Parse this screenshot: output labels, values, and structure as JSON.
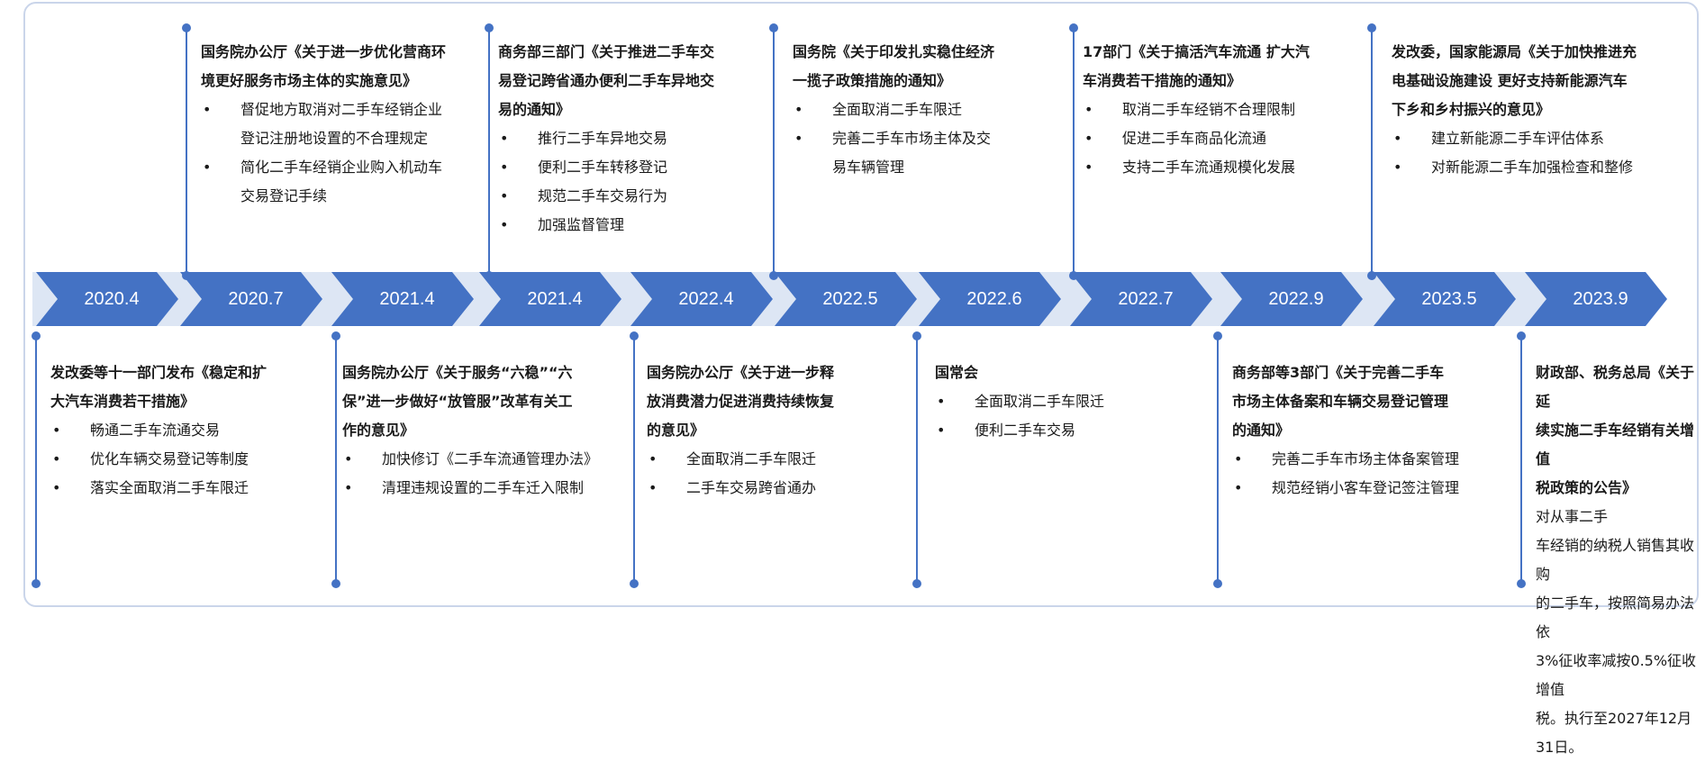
{
  "colors": {
    "arrow": "#4472c4",
    "band": "#dde6f4",
    "frame": "#cad5ea",
    "text": "#1a1a1a"
  },
  "milestones": [
    {
      "date": "2020.4",
      "position": "bottom",
      "title": "发改委等十一部门发布《稳定和扩\n大汽车消费若干措施》",
      "items": [
        "畅通二手车流通交易",
        "优化车辆交易登记等制度",
        "落实全面取消二手车限迁"
      ]
    },
    {
      "date": "2020.7",
      "position": "top",
      "title": "国务院办公厅《关于进一步优化营商环\n境更好服务市场主体的实施意见》",
      "items": [
        "督促地方取消对二手车经销企业\n登记注册地设置的不合理规定",
        "简化二手车经销企业购入机动车\n交易登记手续"
      ]
    },
    {
      "date": "2021.4",
      "position": "bottom",
      "title": "国务院办公厅《关于服务“六稳”“六\n保”进一步做好“放管服”改革有关工\n作的意见》",
      "items": [
        "加快修订《二手车流通管理办法》",
        "清理违规设置的二手车迁入限制"
      ]
    },
    {
      "date": "2021.4",
      "position": "top",
      "title": "商务部三部门《关于推进二手车交\n易登记跨省通办便利二手车异地交\n易的通知》",
      "items": [
        "推行二手车异地交易",
        "便利二手车转移登记",
        "规范二手车交易行为",
        "加强监督管理"
      ]
    },
    {
      "date": "2022.4",
      "position": "bottom",
      "title": "国务院办公厅《关于进一步释\n放消费潜力促进消费持续恢复\n的意见》",
      "items": [
        "全面取消二手车限迁",
        "二手车交易跨省通办"
      ]
    },
    {
      "date": "2022.5",
      "position": "top",
      "title": "国务院《关于印发扎实稳住经济\n一揽子政策措施的通知》",
      "items": [
        "全面取消二手车限迁",
        "完善二手车市场主体及交\n易车辆管理"
      ]
    },
    {
      "date": "2022.6",
      "position": "bottom",
      "title": "国常会",
      "items": [
        "全面取消二手车限迁",
        "便利二手车交易"
      ]
    },
    {
      "date": "2022.7",
      "position": "top",
      "title": "17部门《关于搞活汽车流通  扩大汽\n车消费若干措施的通知》",
      "items": [
        "取消二手车经销不合理限制",
        "促进二手车商品化流通",
        "支持二手车流通规模化发展"
      ]
    },
    {
      "date": "2022.9",
      "position": "bottom",
      "title": "商务部等3部门《关于完善二手车\n市场主体备案和车辆交易登记管理\n的通知》",
      "items": [
        "完善二手车市场主体备案管理",
        "规范经销小客车登记签注管理"
      ]
    },
    {
      "date": "2023.5",
      "position": "top",
      "title": "发改委，国家能源局《关于加快推进充\n电基础设施建设  更好支持新能源汽车\n下乡和乡村振兴的意见》",
      "items": [
        "建立新能源二手车评估体系",
        "对新能源二手车加强检查和整修"
      ]
    },
    {
      "date": "2023.9",
      "position": "bottom",
      "title": "财政部、税务总局《关于延\n续实施二手车经销有关增值\n税政策的公告》",
      "body": "对从事二手\n车经销的纳税人销售其收购\n的二手车，按照简易办法依\n3%征收率减按0.5%征收增值\n税。执行至2027年12月31日。",
      "items": []
    }
  ]
}
